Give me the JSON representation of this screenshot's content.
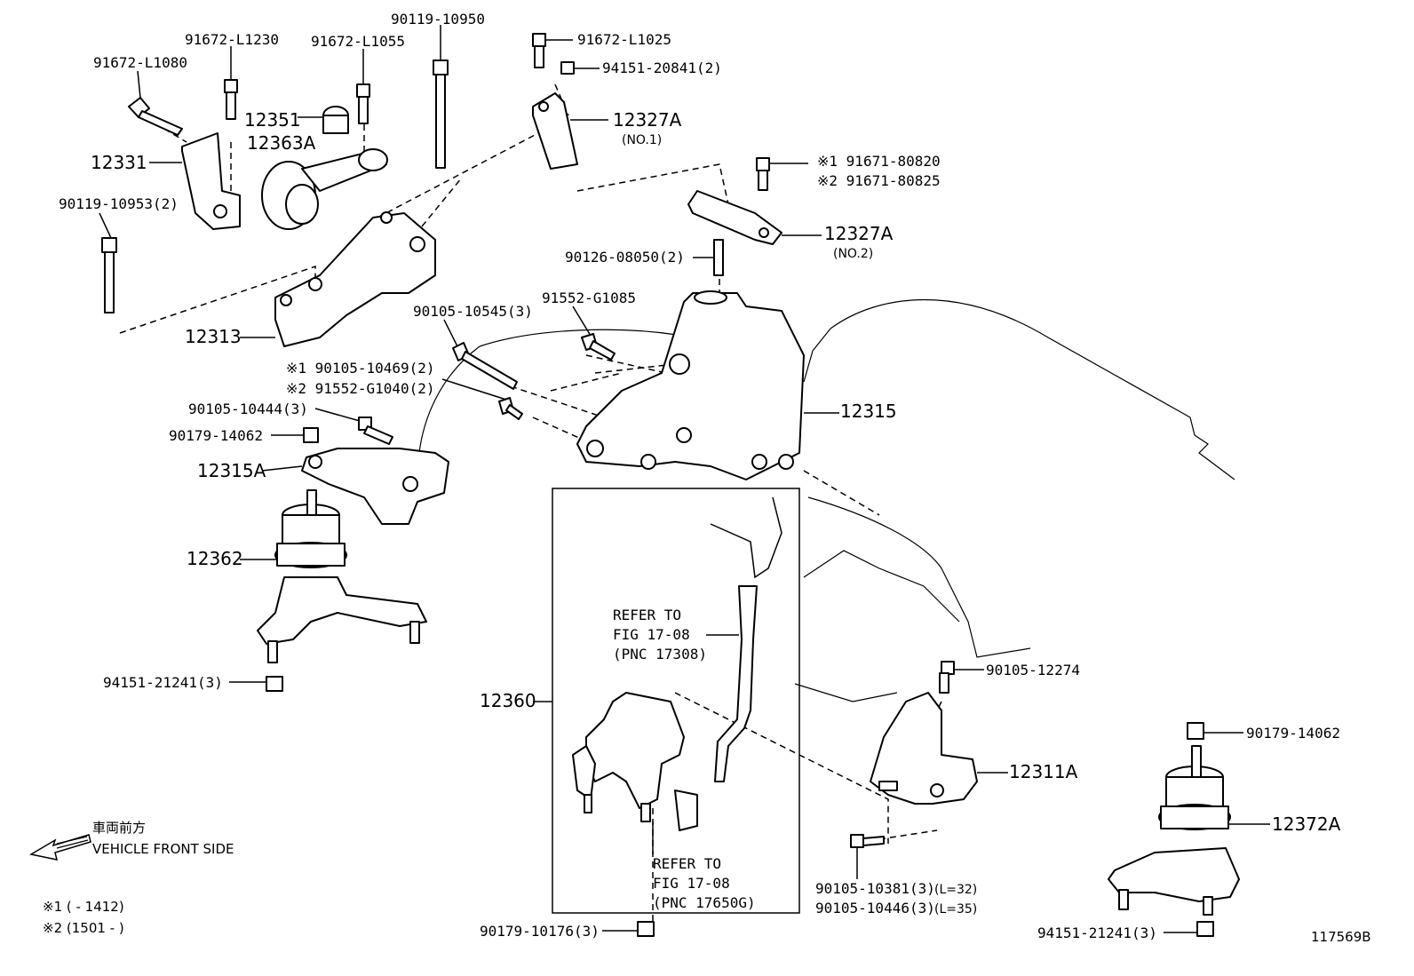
{
  "labels": {
    "p91672_L1080": "91672-L1080",
    "p91672_L1230": "91672-L1230",
    "p91672_L1055": "91672-L1055",
    "p90119_10950": "90119-10950",
    "p91672_L1025": "91672-L1025",
    "p94151_20841": "94151-20841(2)",
    "p12327A_1": "12327A",
    "p12327A_1_note": "(NO.1)",
    "p12351": "12351",
    "p12363A": "12363A",
    "p12331": "12331",
    "p90119_10953": "90119-10953(2)",
    "p91671_80820": "※1 91671-80820",
    "p91671_80825": "※2 91671-80825",
    "p12327A_2": "12327A",
    "p12327A_2_note": "(NO.2)",
    "p90126_08050": "90126-08050(2)",
    "p91552_G1085": "91552-G1085",
    "p90105_10545": "90105-10545(3)",
    "p12313": "12313",
    "p90105_10469": "※1 90105-10469(2)",
    "p91552_G1040": "※2 91552-G1040(2)",
    "p90105_10444": "90105-10444(3)",
    "p90179_14062_a": "90179-14062",
    "p12315A": "12315A",
    "p12315": "12315",
    "p12362": "12362",
    "p94151_21241_a": "94151-21241(3)",
    "refer1_line1": "REFER TO",
    "refer1_line2": "FIG 17-08",
    "refer1_line3": "(PNC 17308)",
    "p12360": "12360",
    "p90105_12274": "90105-12274",
    "p12311A": "12311A",
    "p90179_14062_b": "90179-14062",
    "p12372A": "12372A",
    "refer2_line1": "REFER TO",
    "refer2_line2": "FIG 17-08",
    "refer2_line3": "(PNC 17650G)",
    "p90105_10381": "90105-10381(3)",
    "p90105_10381_note": "(L=32)",
    "p90105_10446": "90105-10446(3)",
    "p90105_10446_note": "(L=35)",
    "p90179_10176": "90179-10176(3)",
    "p94151_21241_b": "94151-21241(3)",
    "front_jp": "車両前方",
    "front_en": "VEHICLE FRONT SIDE",
    "note1": "※1 (      - 1412)",
    "note2": "※2 (1501 -      )",
    "diagram_id": "117569B"
  }
}
